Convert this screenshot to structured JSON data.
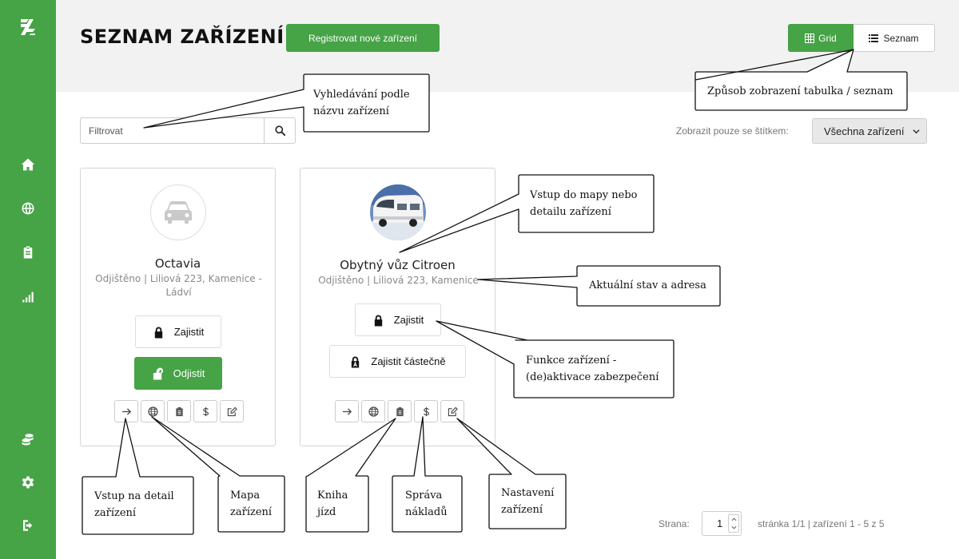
{
  "header": {
    "title": "SEZNAM ZAŘÍZENÍ",
    "register_label": "Registrovat nové zařízení",
    "view_grid_label": "Grid",
    "view_list_label": "Seznam"
  },
  "filter": {
    "placeholder": "Filtrovat"
  },
  "tag_filter": {
    "label": "Zobrazit pouze se štítkem:",
    "selected": "Všechna zařízení"
  },
  "devices": [
    {
      "name": "Octavia",
      "status": "Odjištěno | Liliová 223, Kamenice - Ládví",
      "secure_label": "Zajistit",
      "unsecure_label": "Odjistit"
    },
    {
      "name": "Obytný vůz Citroen",
      "status": "Odjištěno | Liliová 223, Kamenice",
      "secure_label": "Zajistit",
      "partial_label": "Zajistit částečně"
    }
  ],
  "pagination": {
    "label": "Strana:",
    "value": "1",
    "info": "stránka 1/1 | zařízení 1 - 5 z 5"
  },
  "callouts": {
    "search": [
      "Vyhledávání podle",
      "názvu zařízení"
    ],
    "view": [
      "Způsob zobrazení tabulka / seznam"
    ],
    "map_entry": [
      "Vstup do mapy nebo",
      "detailu zařízení"
    ],
    "state_address": [
      "Aktuální stav a adresa"
    ],
    "functions": [
      "Funkce zařízení -",
      "(de)aktivace zabezpečení"
    ],
    "detail": [
      "Vstup na detail",
      "zařízení"
    ],
    "map": [
      "Mapa",
      "zařízení"
    ],
    "logbook": [
      "Kniha",
      "jízd"
    ],
    "costs": [
      "Správa",
      "nákladů"
    ],
    "settings": [
      "Nastavení",
      "zařízení"
    ]
  },
  "colors": {
    "brand": "#46a346",
    "header_bg": "#f2f2f2"
  },
  "icons": {
    "sidebar": [
      "logo-icon",
      "home-icon",
      "globe-icon",
      "clipboard-icon",
      "signal-icon",
      "coins-icon",
      "gear-icon",
      "logout-icon"
    ],
    "card_actions": [
      "arrow-right-icon",
      "globe-icon",
      "clipboard-icon",
      "dollar-icon",
      "edit-icon"
    ]
  }
}
